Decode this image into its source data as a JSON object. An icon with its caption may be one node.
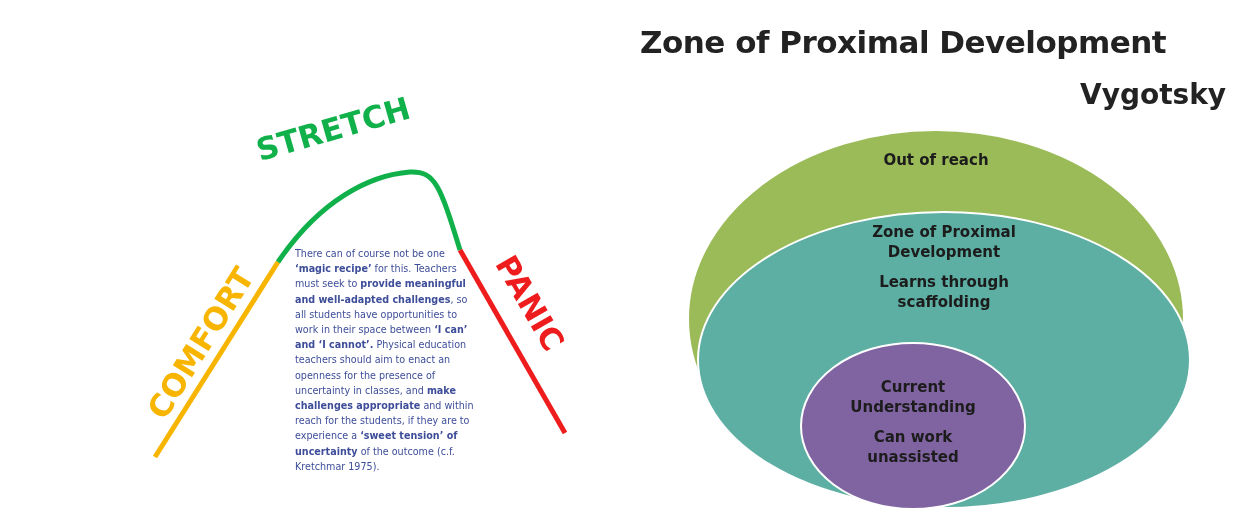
{
  "diagram": {
    "title": "Zone of Proximal Development",
    "nodes": [
      {
        "text": [
          "Out of reach"
        ]
      },
      {
        "text": [
          "Zone of Proximal Development",
          "Learns through scaffolding"
        ],
        "in": 0
      },
      {
        "text": [
          "Current Understanding",
          "Can work unassisted"
        ],
        "in": 1
      }
    ],
    "labels": [
      "STRETCH",
      "COMFORT",
      "PANIC",
      "There can of course not be one **‘magic recipe’** for this. Teachers must seek to **provide meaningful and well-adapted challenges**, so all students have opportunities to work in their space between **‘I can’ and ‘I cannot’.** Physical education teachers should aim to enact an openness for the presence of uncertainty in classes, and **make challenges appropriate** and within reach for the students, if they are to experience a **‘sweet tension’ of uncertainty** of the outcome (c.f. Kretchmar 1975).",
      "Vygotsky"
    ]
  }
}
